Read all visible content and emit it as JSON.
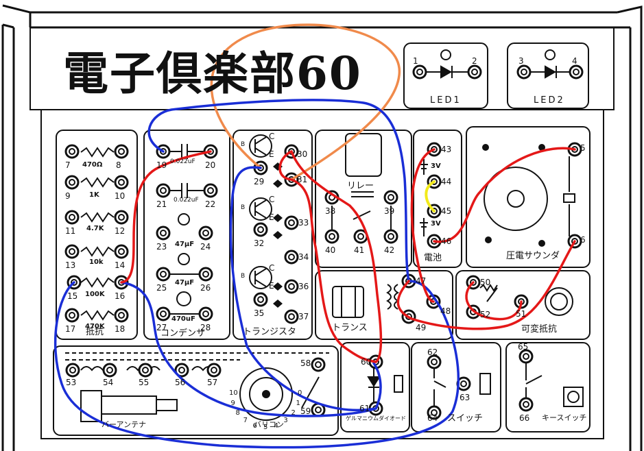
{
  "title": "電子倶楽部60",
  "led_labels": {
    "led1": "LED1",
    "led2": "LED2"
  },
  "sections": {
    "resistor": "抵抗",
    "capacitor": "コンデンサ",
    "transistor": "トランジスタ",
    "relay": "リレー",
    "battery": "電池",
    "piezo": "圧電サウンダ",
    "transformer": "トランス",
    "variable_resistor": "可変抵抗",
    "bar_antenna": "バーアンテナ",
    "varicon": "バリコン",
    "germanium_diode": "ゲルマニウムダイオード",
    "switch": "スイッチ",
    "key_switch": "キースイッチ"
  },
  "resistor_values": [
    "470Ω",
    "1K",
    "4.7K",
    "10k",
    "100K",
    "470K"
  ],
  "capacitor_values": [
    "0.022uF",
    "0.022uF",
    "47μF",
    "47μF",
    "470uF"
  ],
  "battery_values": [
    "3V",
    "3V"
  ],
  "transistor_pins": {
    "b": "B",
    "c": "C",
    "e": "E"
  },
  "varicon_scale": [
    "0",
    "1",
    "2",
    "3",
    "4",
    "5",
    "6",
    "7",
    "8",
    "9",
    "10"
  ],
  "terminal_numbers": {
    "t1": "1",
    "t2": "2",
    "t3": "3",
    "t4": "4",
    "t5": "5",
    "t6": "6",
    "t7": "7",
    "t8": "8",
    "t9": "9",
    "t10": "10",
    "t11": "11",
    "t12": "12",
    "t13": "13",
    "t14": "14",
    "t15": "15",
    "t16": "16",
    "t17": "17",
    "t18": "18",
    "t19": "19",
    "t20": "20",
    "t21": "21",
    "t22": "22",
    "t23": "23",
    "t24": "24",
    "t25": "25",
    "t26": "26",
    "t27": "27",
    "t28": "28",
    "t29": "29",
    "t30": "30",
    "t31": "31",
    "t32": "32",
    "t33": "33",
    "t34": "34",
    "t35": "35",
    "t36": "36",
    "t37": "37",
    "t38": "38",
    "t39": "39",
    "t40": "40",
    "t41": "41",
    "t42": "42",
    "t43": "43",
    "t44": "44",
    "t45": "45",
    "t46": "46",
    "t47": "47",
    "t48": "48",
    "t49": "49",
    "t50": "50",
    "t51": "51",
    "t52": "52",
    "t53": "53",
    "t54": "54",
    "t55": "55",
    "t56": "56",
    "t57": "57",
    "t58": "58",
    "t59": "59",
    "t60": "60",
    "t61": "61",
    "t62": "62",
    "t63": "63",
    "t64": "64",
    "t65": "65",
    "t66": "66"
  },
  "wire_colors": {
    "red": "#e41818",
    "blue": "#1a2ed6",
    "orange": "#f08a4b",
    "yellow": "#f2ea1b"
  }
}
